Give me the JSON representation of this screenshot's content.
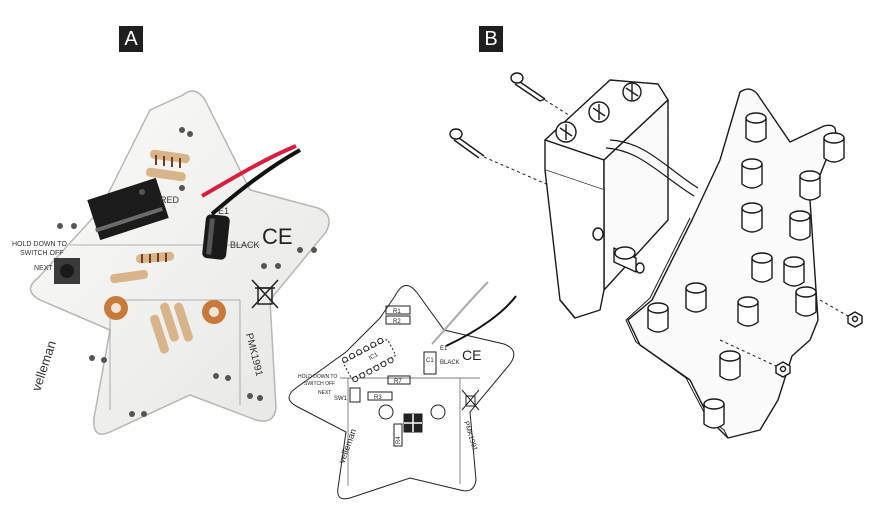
{
  "panels": {
    "a_label": "A",
    "b_label": "B"
  },
  "photo_board": {
    "ce_mark": "CE",
    "label_red": "RED",
    "label_black": "BLACK",
    "label_e1": "E1",
    "label_hold": "HOLD DOWN TO",
    "label_switch_off": "SWITCH OFF",
    "label_next": "NEXT",
    "brand": "velleman",
    "model": "PMK1991"
  },
  "drawing_board": {
    "r1": "R1",
    "r2": "R2",
    "r3": "R3",
    "r4": "R4",
    "r7": "R7",
    "ic1": "IC1",
    "c1": "C1",
    "e1": "E1",
    "sw1": "SW1",
    "black": "BLACK",
    "hold": "HOLD DOWN TO",
    "switch_off": "SWITCH OFF",
    "next": "NEXT",
    "ce_mark": "CE",
    "brand": "velleman",
    "model": "PMK1991"
  },
  "colors": {
    "wire_red": "#d81e3c",
    "wire_black": "#111111",
    "board_white": "#f4f4f2",
    "pad_copper": "#c77a3a"
  }
}
